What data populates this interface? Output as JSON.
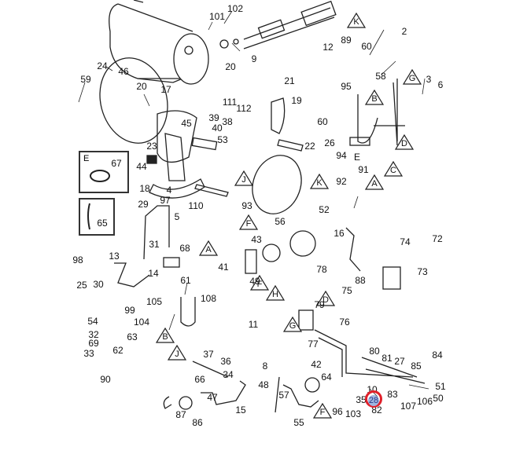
{
  "diagram": {
    "title": "Exploded parts diagram",
    "highlight": {
      "part": "28",
      "color": "#e0202a"
    },
    "reference_triangles": [
      "K",
      "G",
      "B",
      "A",
      "D",
      "C",
      "J",
      "K",
      "F",
      "A",
      "F",
      "H",
      "D",
      "G",
      "B",
      "J",
      "F"
    ],
    "insets": [
      {
        "letter": "E",
        "part": "67"
      },
      {
        "letter": "",
        "part": "65"
      }
    ],
    "parts": [
      "101",
      "102",
      "9",
      "46",
      "24",
      "59",
      "20",
      "20",
      "17",
      "111",
      "112",
      "21",
      "19",
      "12",
      "89",
      "60",
      "2",
      "58",
      "3",
      "6",
      "95",
      "60",
      "26",
      "94",
      "E",
      "45",
      "39",
      "40",
      "38",
      "53",
      "23",
      "44",
      "18",
      "4",
      "97",
      "110",
      "93",
      "22",
      "91",
      "92",
      "52",
      "29",
      "5",
      "31",
      "68",
      "13",
      "98",
      "25",
      "30",
      "14",
      "105",
      "104",
      "54",
      "99",
      "32",
      "69",
      "63",
      "33",
      "62",
      "90",
      "61",
      "108",
      "41",
      "56",
      "43",
      "49",
      "16",
      "74",
      "72",
      "73",
      "88",
      "78",
      "75",
      "79",
      "11",
      "76",
      "77",
      "42",
      "37",
      "36",
      "34",
      "66",
      "47",
      "15",
      "87",
      "86",
      "8",
      "48",
      "57",
      "55",
      "64",
      "96",
      "103",
      "35",
      "10",
      "80",
      "81",
      "27",
      "85",
      "84",
      "51",
      "50",
      "106",
      "107",
      "83",
      "82"
    ]
  }
}
